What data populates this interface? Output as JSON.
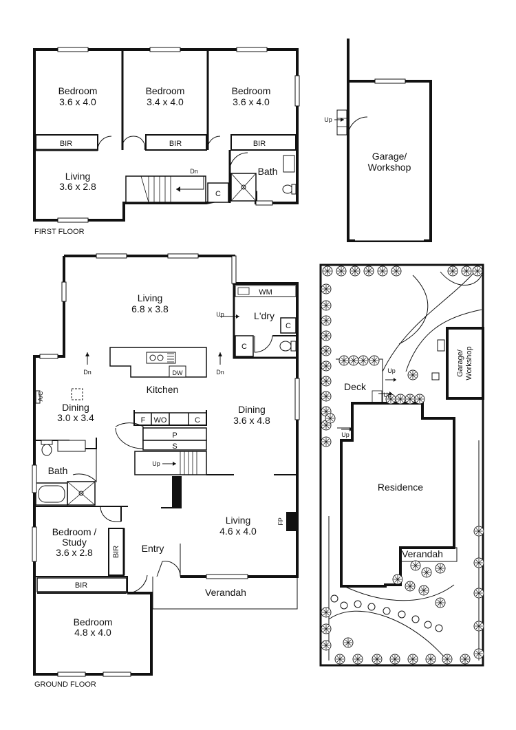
{
  "first_floor": {
    "caption": "FIRST FLOOR",
    "bedroom1": {
      "name": "Bedroom",
      "size": "3.6 x 4.0"
    },
    "bedroom2": {
      "name": "Bedroom",
      "size": "3.4 x 4.0"
    },
    "bedroom3": {
      "name": "Bedroom",
      "size": "3.6 x 4.0"
    },
    "bir1": "BIR",
    "bir2": "BIR",
    "bir3": "BIR",
    "living": {
      "name": "Living",
      "size": "3.6 x 2.8"
    },
    "bath": "Bath",
    "dn": "Dn",
    "cupboard": "C"
  },
  "garage": {
    "line1": "Garage/",
    "line2": "Workshop",
    "up": "Up"
  },
  "ground_floor": {
    "caption": "GROUND FLOOR",
    "living_top": {
      "name": "Living",
      "size": "6.8 x 3.8"
    },
    "wm": "WM",
    "up_laundry": "Up",
    "laundry": "L'dry",
    "c1": "C",
    "c2": "C",
    "dn_left": "Dn",
    "dn_right": "Dn",
    "dw": "DW",
    "kitchen": "Kitchen",
    "ac": "A/C",
    "dining_left": {
      "name": "Dining",
      "size": "3.0 x 3.4"
    },
    "dining_right": {
      "name": "Dining",
      "size": "3.6 x 4.8"
    },
    "f": "F",
    "wo": "WO",
    "c3": "C",
    "p": "P",
    "s": "S",
    "up_stairs": "Up",
    "bath": "Bath",
    "bedroom_study": {
      "line1": "Bedroom /",
      "line2": "Study",
      "size": "3.6 x 2.8"
    },
    "bir_vertical": "BIR",
    "entry": "Entry",
    "living_bottom": {
      "name": "Living",
      "size": "4.6 x 4.0"
    },
    "fp": "FP",
    "bir_bottom": "BIR",
    "verandah": "Verandah",
    "bedroom_bottom": {
      "name": "Bedroom",
      "size": "4.8 x 4.0"
    }
  },
  "site_plan": {
    "deck": "Deck",
    "up1": "Up",
    "up2": "Up",
    "up3": "Up",
    "garage_line1": "Garage/",
    "garage_line2": "Workshop",
    "residence": "Residence",
    "verandah": "Verandah"
  }
}
